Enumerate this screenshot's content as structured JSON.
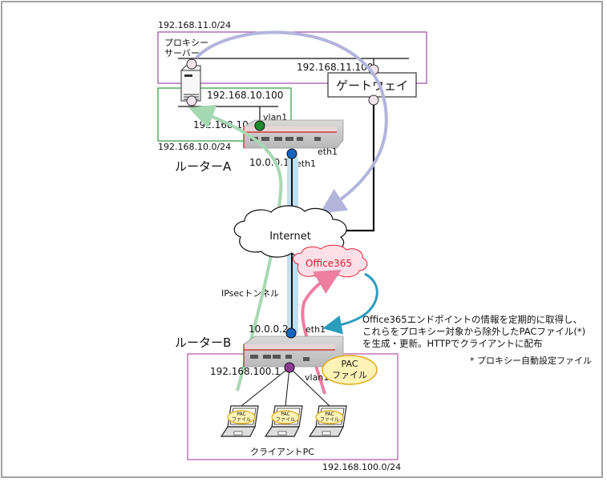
{
  "networks": {
    "proxy_segment": {
      "label": "192.168.11.0/24",
      "color": "#9b4aa8"
    },
    "routerA_lan": {
      "label": "192.168.10.0/24",
      "color": "#2c9a3c"
    },
    "routerB_lan": {
      "label": "192.168.100.0/24",
      "color": "#b450a8"
    }
  },
  "proxy_server": {
    "label_line1": "プロキシー",
    "label_line2": "サーバー",
    "ip_upper_net": "192.168.10.100"
  },
  "gateway": {
    "label": "ゲートウェイ",
    "ip": "192.168.11.100"
  },
  "routerA": {
    "label": "ルーターA",
    "vlan_ip": "192.168.10.1",
    "vlan_label": "vlan1",
    "wan_ip": "10.0.0.1",
    "wan_label": "eth1",
    "port_label": "eth1"
  },
  "routerB": {
    "label": "ルーターB",
    "wan_ip": "10.0.0.2",
    "wan_label": "eth1",
    "vlan_ip": "192.168.100.1",
    "vlan_label": "vlan1",
    "pac_line1": "PAC",
    "pac_line2": "ファイル"
  },
  "clouds": {
    "internet": "Internet",
    "office365": "Office365"
  },
  "tunnel_label": "IPsecトンネル",
  "description": {
    "line1": "Office365エンドポイントの情報を定期的に取得し、",
    "line2": "これらをプロキシー対象から除外したPACファイル(*)",
    "line3": "を生成・更新。HTTPでクライアントに配布",
    "footnote": "* プロキシー自動設定ファイル"
  },
  "clients": {
    "label": "クライアントPC",
    "pac_line1": "PAC",
    "pac_line2": "ファイル",
    "count": 3
  },
  "colors": {
    "port_vlanA": "#1e8a2e",
    "port_eth": "#1565c0",
    "port_vlanB": "#8e3a95",
    "flow_green": "#a7d8b4",
    "flow_purple": "#b3b5dc",
    "flow_pink": "#ee7ea0",
    "flow_teal": "#2a9dbd",
    "tunnel": "#bfe0f0",
    "pac_fill": "#fdf3b6",
    "pac_stroke": "#e2a91b",
    "o365_fill": "#fde0e7",
    "o365_stroke": "#e0203a"
  }
}
